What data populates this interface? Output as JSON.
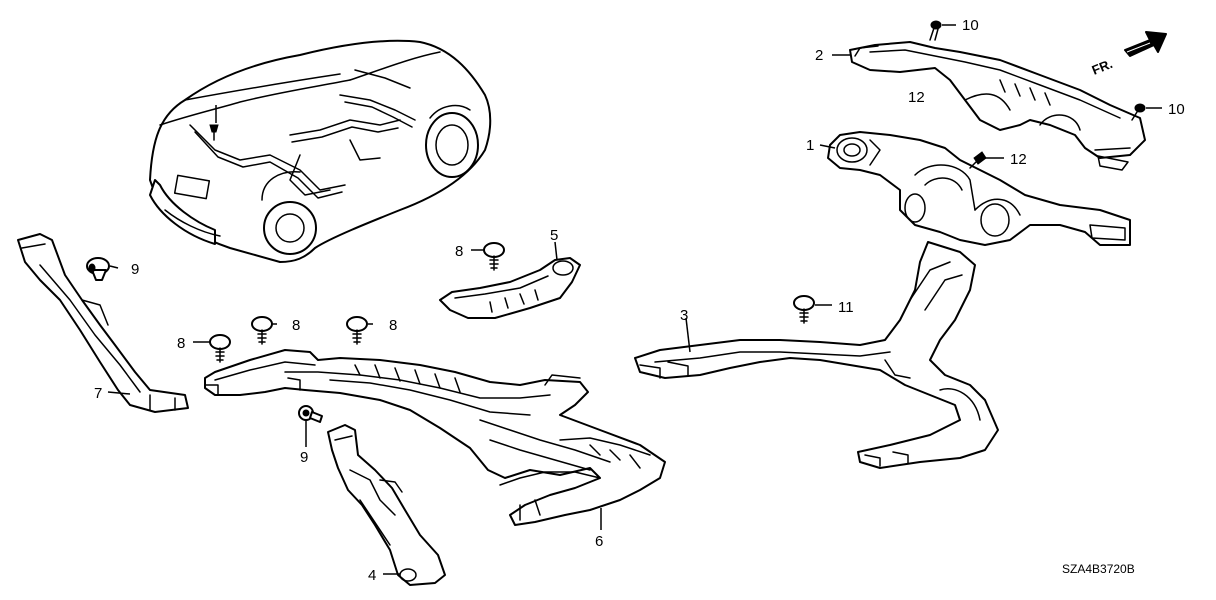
{
  "diagram": {
    "front_indicator": "FR.",
    "drawing_code": "SZA4B3720B",
    "callouts": {
      "c1": "1",
      "c2": "2",
      "c3": "3",
      "c4": "4",
      "c5": "5",
      "c6": "6",
      "c7": "7",
      "c8a": "8",
      "c8b": "8",
      "c8c": "8",
      "c8d": "8",
      "c9a": "9",
      "c9b": "9",
      "c10a": "10",
      "c10b": "10",
      "c11": "11",
      "c12a": "12",
      "c12b": "12"
    }
  }
}
